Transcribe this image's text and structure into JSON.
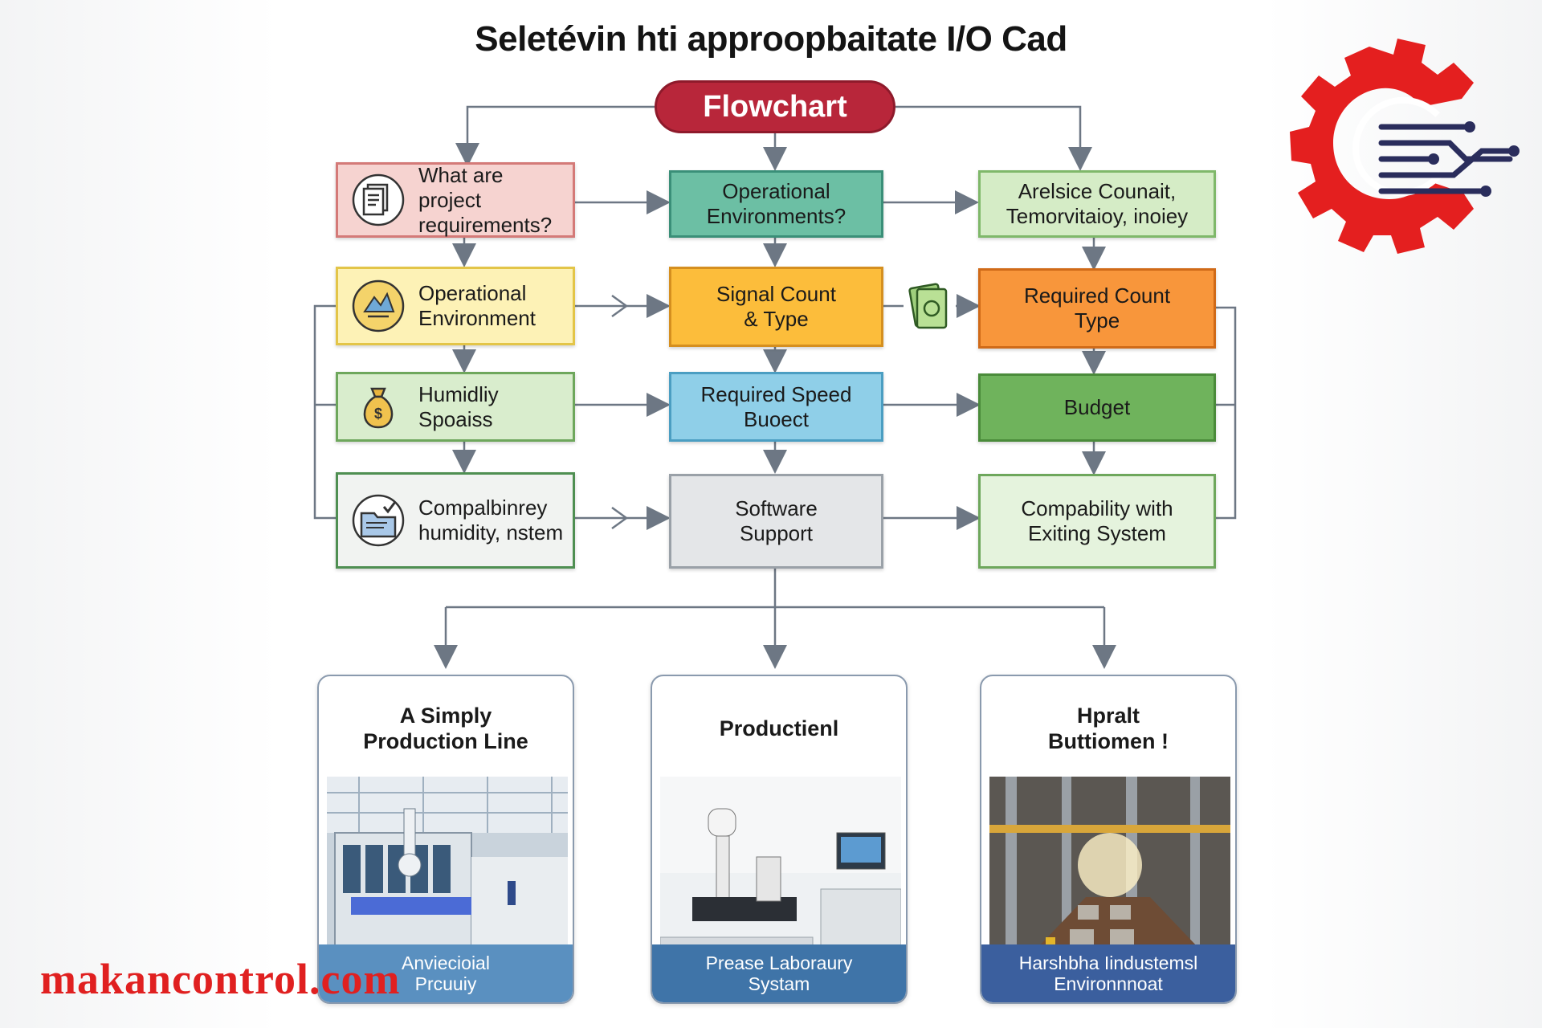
{
  "title": "Seletévin hti  approopbaitate I/O Cad",
  "pill": "Flowchart",
  "boxes": {
    "r1c1": "What are project\nrequirements?",
    "r1c2": "Operational\nEnvironments?",
    "r1c3": "Arelsice Counait,\nTemorvitaioy, inoiey",
    "r2c1": "Operational\nEnvironment",
    "r2c2": "Signal Count\n& Type",
    "r2c3": "Required Count\nType",
    "r3c1": "Humidliy Spoaiss",
    "r3c2": "Required Speed\nBuoect",
    "r3c3": "Budget",
    "r4c1": "Compalbinrey\nhumidity, nstem",
    "r4c2": "Software\nSupport",
    "r4c3": "Compability with\nExiting System"
  },
  "icons": {
    "r1c1": "document-icon",
    "r2c1": "environment-icon",
    "r3c1": "money-bag-icon",
    "r4c1": "folder-check-icon",
    "r2c3": "cash-icon"
  },
  "cards": [
    {
      "title": "A Simply\nProduction Line",
      "caption": "Anviecioial\nPrcuuiy",
      "caption_color": "#5a90c0"
    },
    {
      "title": "Productienl",
      "caption": "Prease Laboraury\nSystam",
      "caption_color": "#3f74a8"
    },
    {
      "title": "Hpralt\nButtiomen !",
      "caption": "Harshbha Iindustemsl\nEnvironnnoat",
      "caption_color": "#3b5f9e"
    }
  ],
  "watermark": "makancontrol.com",
  "colors": {
    "red_fill": "#f6d3d0",
    "red_border": "#d47a78",
    "teal_fill": "#6cbfa4",
    "teal_border": "#3a8f78",
    "lightgreen_fill": "#d5ecc6",
    "lightgreen_border": "#7fb86a",
    "yellow_fill": "#fdf2b6",
    "yellow_border": "#e3c548",
    "orange_fill": "#fcbd3b",
    "orange_border": "#d58f1f",
    "deeporange_fill": "#f8963b",
    "deeporange_border": "#d06a18",
    "green_fill": "#d9edcd",
    "green_border": "#6ea75c",
    "blue_fill": "#8fcfe8",
    "blue_border": "#4b9ec2",
    "darkgreen_fill": "#6fb35c",
    "darkgreen_border": "#4a8b3a",
    "grey_fill": "#e4e6e8",
    "grey_border": "#9aa1a8",
    "logo_red": "#e41f1f",
    "logo_navy": "#2a2d5c"
  }
}
